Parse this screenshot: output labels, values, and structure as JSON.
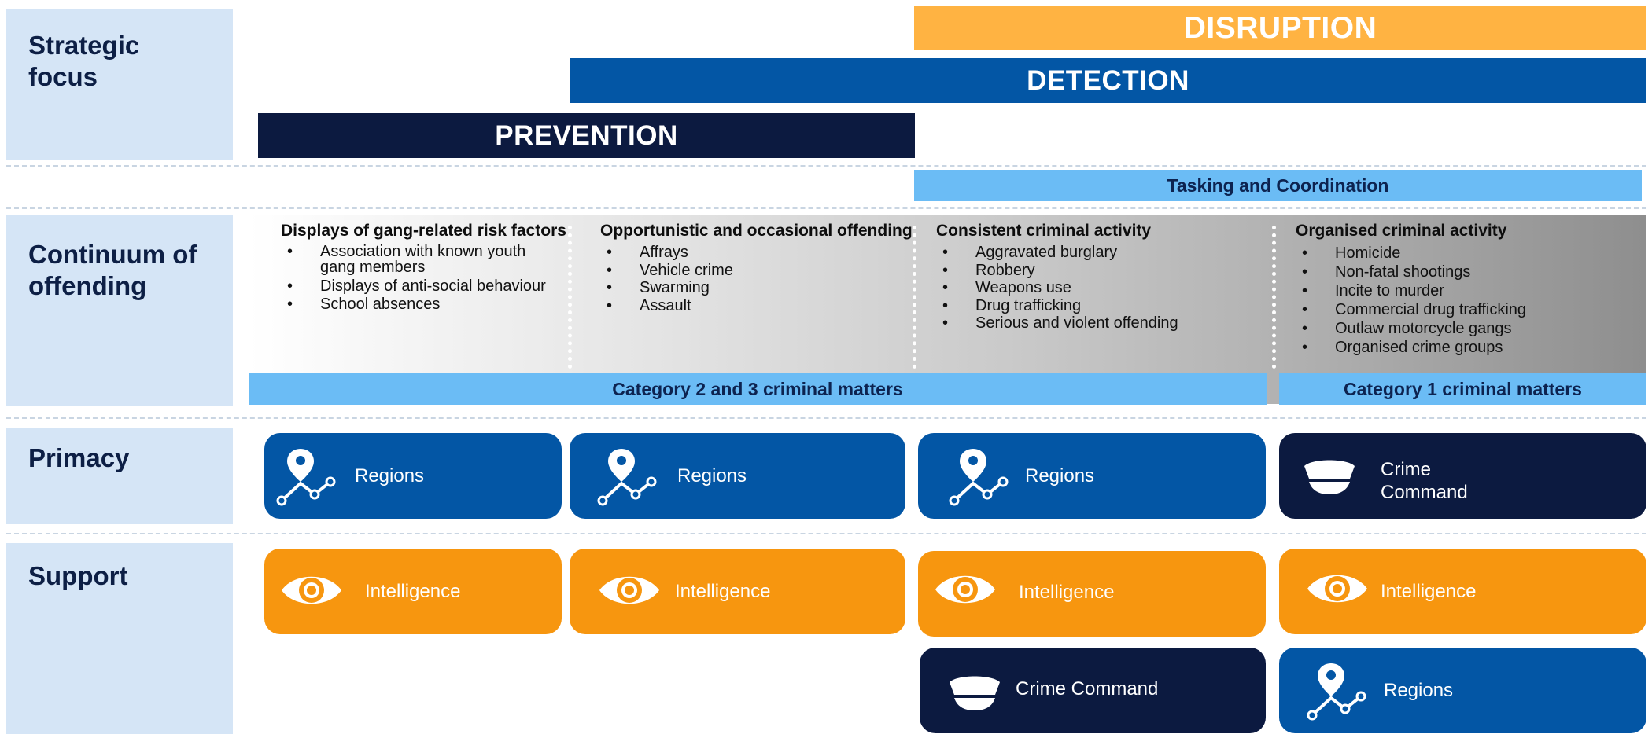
{
  "rows": {
    "strategic_focus": "Strategic\nfocus",
    "continuum": "Continuum of\noffending",
    "primacy": "Primacy",
    "support": "Support"
  },
  "focus_bars": {
    "disruption": "DISRUPTION",
    "detection": "DETECTION",
    "prevention": "PREVENTION"
  },
  "tasking": "Tasking and Coordination",
  "continuum": [
    {
      "title": "Displays of gang-related risk factors",
      "items": [
        "Association with known youth gang members",
        "Displays of anti-social behaviour",
        "School absences"
      ]
    },
    {
      "title": "Opportunistic and occasional offending",
      "items": [
        "Affrays",
        "Vehicle crime",
        "Swarming",
        "Assault"
      ]
    },
    {
      "title": "Consistent criminal activity",
      "items": [
        "Aggravated burglary",
        "Robbery",
        "Weapons use",
        "Drug trafficking",
        "Serious and violent offending"
      ]
    },
    {
      "title": "Organised criminal activity",
      "items": [
        "Homicide",
        "Non-fatal shootings",
        "Incite to murder",
        "Commercial drug trafficking",
        "Outlaw motorcycle gangs",
        "Organised crime groups"
      ]
    }
  ],
  "categories": {
    "cat23": "Category 2 and 3 criminal matters",
    "cat1": "Category 1 criminal matters"
  },
  "primacy": [
    "Regions",
    "Regions",
    "Regions",
    "Crime\nCommand"
  ],
  "support": [
    "Intelligence",
    "Intelligence",
    "Intelligence",
    "Intelligence",
    "Crime Command",
    "Regions"
  ],
  "icons": {
    "regions": "map-pin-network-icon",
    "crime_command": "police-cap-icon",
    "intelligence": "eye-icon"
  },
  "colors": {
    "disruption": "#ffb342",
    "detection": "#0356a5",
    "prevention": "#0c1a40",
    "light_blue": "#6bbcf5",
    "orange": "#f7960f",
    "label_bg": "#d5e5f6"
  }
}
